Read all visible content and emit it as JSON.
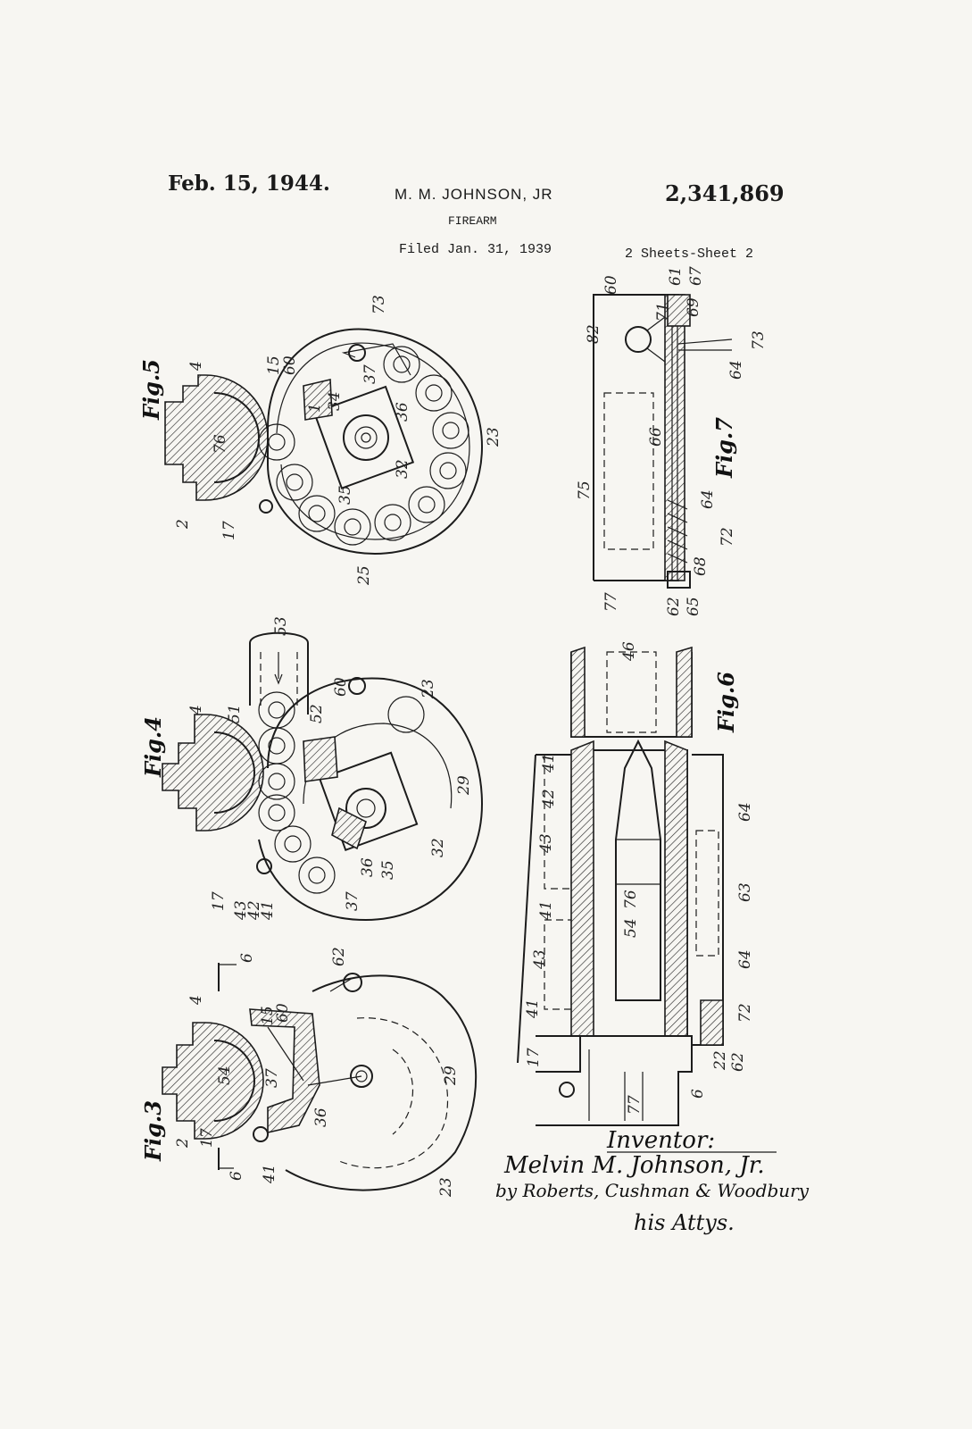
{
  "header": {
    "date": "Feb. 15, 1944.",
    "inventor": "M. M. JOHNSON, JR",
    "patent_number": "2,341,869",
    "title": "FIREARM",
    "filed": "Filed Jan. 31, 1939",
    "sheets": "2 Sheets-Sheet 2"
  },
  "figures": {
    "fig3": {
      "label": "Fig.3"
    },
    "fig4": {
      "label": "Fig.4"
    },
    "fig5": {
      "label": "Fig.5"
    },
    "fig6": {
      "label": "Fig.6"
    },
    "fig7": {
      "label": "Fig.7"
    }
  },
  "reference_numerals": {
    "fig5": [
      "73",
      "4",
      "15",
      "60",
      "37",
      "1",
      "34",
      "36",
      "76",
      "32",
      "2",
      "35",
      "17",
      "25",
      "23"
    ],
    "fig4": [
      "53",
      "4",
      "51",
      "52",
      "60",
      "23",
      "29",
      "32",
      "36",
      "35",
      "37",
      "41",
      "42",
      "43",
      "17"
    ],
    "fig3": [
      "6",
      "62",
      "4",
      "15",
      "60",
      "54",
      "37",
      "36",
      "29",
      "2",
      "17",
      "41",
      "23",
      "6"
    ],
    "fig7": [
      "60",
      "61",
      "67",
      "82",
      "71",
      "69",
      "73",
      "64",
      "66",
      "75",
      "64",
      "72",
      "68",
      "77",
      "62",
      "65"
    ],
    "fig6": [
      "46",
      "41",
      "42",
      "43",
      "41",
      "43",
      "41",
      "76",
      "54",
      "64",
      "63",
      "64",
      "72",
      "22",
      "62",
      "6",
      "17",
      "77"
    ]
  },
  "signature": {
    "inventor_heading": "Inventor:",
    "inventor_name": "Melvin M. Johnson, Jr.",
    "attorneys_line": "by Roberts, Cushman & Woodbury",
    "attorneys_role": "his Attys."
  }
}
